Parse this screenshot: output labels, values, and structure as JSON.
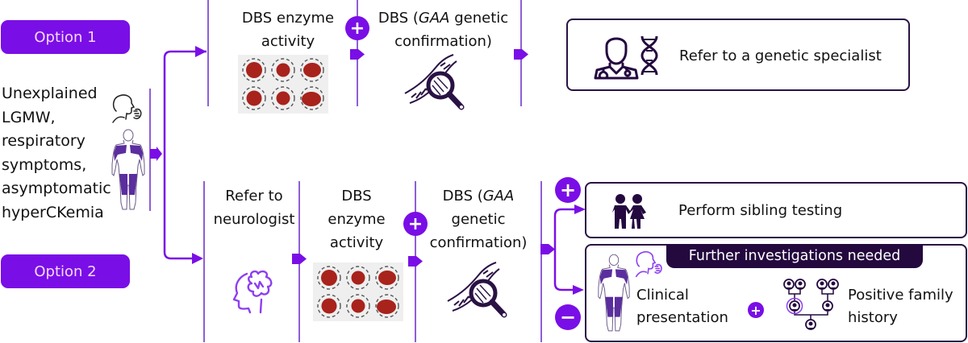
{
  "options": {
    "option1": "Option 1",
    "option2": "Option 2"
  },
  "presentation": {
    "lines": [
      "Unexplained",
      "LGMW,",
      "respiratory",
      "symptoms,",
      "asymptomatic",
      "hyperCKemia"
    ],
    "icons": [
      "cough-icon",
      "muscle-body-icon"
    ]
  },
  "option1_path": {
    "step1": {
      "line1": "DBS enzyme",
      "line2": "activity",
      "icon": "dried-blood-spot-card-icon"
    },
    "connector": "plus",
    "step2": {
      "line1_pre": "DBS (",
      "line1_italic": "GAA",
      "line1_post": " genetic",
      "line2": "confirmation)",
      "icon": "dna-magnifier-icon"
    },
    "result": {
      "text": "Refer to a genetic specialist",
      "icons": [
        "doctor-icon",
        "dna-icon"
      ]
    }
  },
  "option2_path": {
    "step1": {
      "line1": "Refer to",
      "line2": "neurologist",
      "icon": "brain-head-icon"
    },
    "step2": {
      "line1": "DBS",
      "line2": "enzyme",
      "line3": "activity",
      "icon": "dried-blood-spot-card-icon"
    },
    "connector": "plus",
    "step3": {
      "line1_pre": "DBS (",
      "line1_italic": "GAA",
      "line2": "genetic",
      "line3": "confirmation)",
      "icon": "dna-magnifier-icon"
    },
    "positive_branch": {
      "sign": "plus",
      "text": "Perform sibling testing",
      "icon": "siblings-icon"
    },
    "negative_branch": {
      "sign": "minus",
      "banner": "Further investigations needed",
      "item1": {
        "line1": "Clinical",
        "line2": "presentation"
      },
      "joiner": "plus",
      "item2": {
        "line1": "Positive family",
        "line2": "history"
      }
    }
  },
  "colors": {
    "accent_purple": "#7a0ee6",
    "dark_navy": "#24093f",
    "line_purple": "#8d5fd6",
    "blood_red": "#a8231c"
  }
}
